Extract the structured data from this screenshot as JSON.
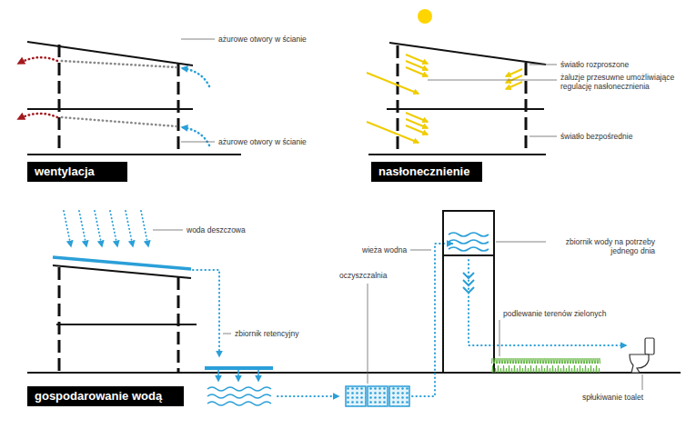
{
  "diagram": {
    "nodes": [
      {
        "text": [
          "wentylacja"
        ]
      },
      {
        "text": [
          "nasłonecznienie"
        ]
      },
      {
        "text": [
          "gospodarowanie wodą"
        ]
      }
    ],
    "labels": [
      "ażurowe otwory w ścianie",
      "światło rozproszone",
      "żaluzje przesuwne umożliwiające regulację nasłonecznienia",
      "ażurowe otwory w ścianie",
      "światło bezpośrednie",
      "woda deszczowa",
      "zbiornik wody na potrzeby jednego dnia",
      "wieża wodna",
      "oczyszczalnia",
      "podlewanie terenów zielonych",
      "zbiornik retencyjny",
      "spłukiwanie toalet"
    ]
  }
}
